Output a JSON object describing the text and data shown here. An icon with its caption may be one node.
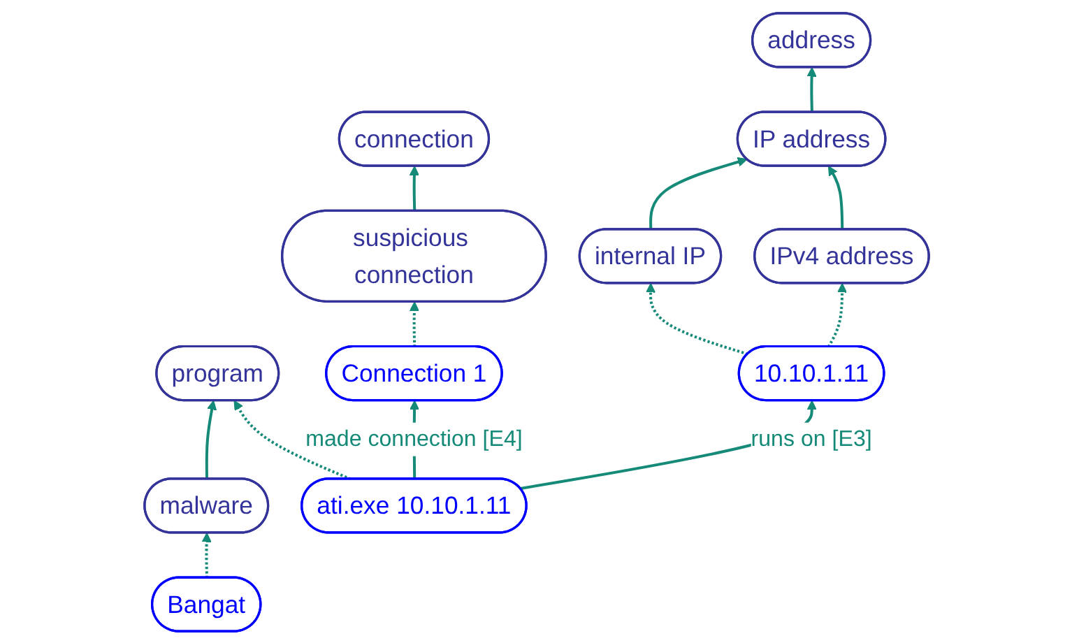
{
  "diagram": {
    "nodes": [
      {
        "text": [
          "connection"
        ]
      },
      {
        "text": [
          "program"
        ]
      },
      {
        "text": [
          "address"
        ]
      },
      {
        "text": [
          "suspicious connection"
        ]
      },
      {
        "text": [
          "malware"
        ]
      },
      {
        "text": [
          "IP address"
        ]
      },
      {
        "text": [
          "internal IP"
        ]
      },
      {
        "text": [
          "IPv4 address"
        ]
      },
      {
        "text": [
          "Connection 1"
        ]
      },
      {
        "text": [
          "Bangat"
        ]
      },
      {
        "text": [
          "10.10.1.11"
        ]
      },
      {
        "text": [
          "ati.exe 10.10.1.11"
        ]
      }
    ],
    "edges": [
      {
        "from": 3,
        "to": 0,
        "arrow": "to"
      },
      {
        "from": 4,
        "to": 1,
        "arrow": "to"
      },
      {
        "from": 5,
        "to": 2,
        "arrow": "to"
      },
      {
        "from": 6,
        "to": 5,
        "arrow": "to"
      },
      {
        "from": 7,
        "to": 5,
        "arrow": "to"
      },
      {
        "from": 8,
        "to": 3,
        "arrow": "to",
        "style": "dashed"
      },
      {
        "from": 9,
        "to": 4,
        "arrow": "to",
        "style": "dashed"
      },
      {
        "from": 10,
        "to": 6,
        "arrow": "to",
        "style": "dashed"
      },
      {
        "from": 10,
        "to": 7,
        "arrow": "to",
        "style": "dashed"
      },
      {
        "from": 11,
        "to": 8,
        "arrow": "to",
        "label": "made connection [E4]"
      },
      {
        "from": 11,
        "to": 1,
        "arrow": "to",
        "style": "dashed"
      },
      {
        "from": 11,
        "to": 10,
        "arrow": "to",
        "label": "runs on [E3]"
      }
    ]
  }
}
